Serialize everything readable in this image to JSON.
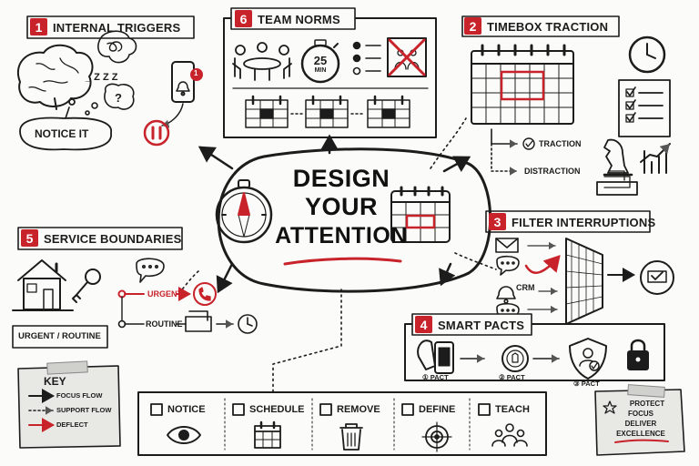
{
  "center": {
    "title_lines": [
      "DESIGN",
      "YOUR",
      "ATTENTION"
    ]
  },
  "sections": {
    "internal_triggers": {
      "number": "1",
      "title": "INTERNAL TRIGGERS",
      "thought_text": "_ z z z",
      "question": "?",
      "notice_label": "NOTICE IT",
      "badge": "1"
    },
    "timebox_traction": {
      "number": "2",
      "title": "TIMEBOX TRACTION",
      "traction_label": "TRACTION",
      "distraction_label": "DISTRACTION"
    },
    "filter_interruptions": {
      "number": "3",
      "title": "FILTER INTERRUPTIONS",
      "crm_label": "CRM"
    },
    "smart_pacts": {
      "number": "4",
      "title": "SMART PACTS",
      "pacts": [
        "① PACT",
        "② PACT",
        "③ PACT"
      ]
    },
    "service_boundaries": {
      "number": "5",
      "title": "SERVICE BOUNDARIES",
      "urgent_label": "URGENT",
      "routine_label": "ROUTINE",
      "house_caption": "URGENT / ROUTINE"
    },
    "team_norms": {
      "number": "6",
      "title": "TEAM NORMS",
      "timer_value": "25",
      "timer_unit": "MIN"
    }
  },
  "checklist": {
    "items": [
      {
        "label": "NOTICE",
        "icon": "eye-icon"
      },
      {
        "label": "SCHEDULE",
        "icon": "calendar-icon"
      },
      {
        "label": "REMOVE",
        "icon": "trash-icon"
      },
      {
        "label": "DEFINE",
        "icon": "target-icon"
      },
      {
        "label": "TEACH",
        "icon": "group-icon"
      }
    ]
  },
  "key": {
    "title": "KEY",
    "items": [
      {
        "label": "FOCUS FLOW",
        "style": "solid"
      },
      {
        "label": "SUPPORT FLOW",
        "style": "dotted"
      },
      {
        "label": "DEFLECT",
        "style": "red"
      }
    ]
  },
  "protect_note": {
    "lines": [
      "PROTECT",
      "FOCUS",
      "DELIVER",
      "EXCELLENCE"
    ]
  },
  "colors": {
    "accent": "#c8222a",
    "ink": "#1c1c1c",
    "paper": "#fbfbf9",
    "note": "#e8e8e4"
  }
}
